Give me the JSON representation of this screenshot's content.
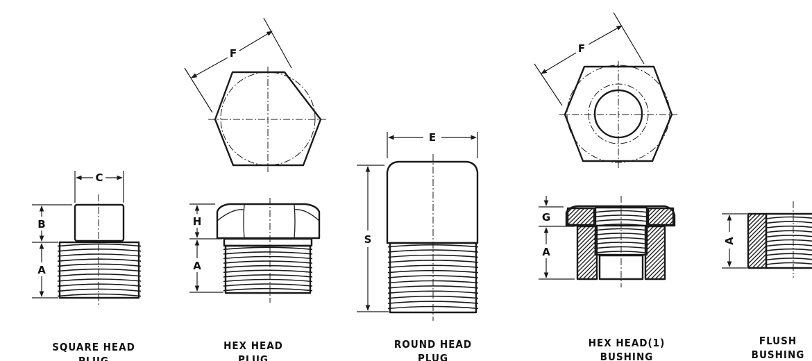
{
  "parts": [
    {
      "id": "square-head-plug",
      "caption": "SQUARE HEAD\nPLUG",
      "dims": {
        "c": "C",
        "b": "B",
        "a": "A"
      }
    },
    {
      "id": "hex-head-plug",
      "caption": "HEX HEAD\nPLUG",
      "dims": {
        "f": "F",
        "h": "H",
        "a": "A"
      }
    },
    {
      "id": "round-head-plug",
      "caption": "ROUND HEAD\nPLUG",
      "dims": {
        "e": "E",
        "s": "S"
      }
    },
    {
      "id": "hex-head-bushing",
      "caption": "HEX HEAD(1)\nBUSHING",
      "dims": {
        "f": "F",
        "g": "G",
        "a": "A"
      }
    },
    {
      "id": "flush-bushing",
      "caption": "FLUSH\nBUSHING",
      "dims": {
        "a": "A"
      }
    }
  ]
}
